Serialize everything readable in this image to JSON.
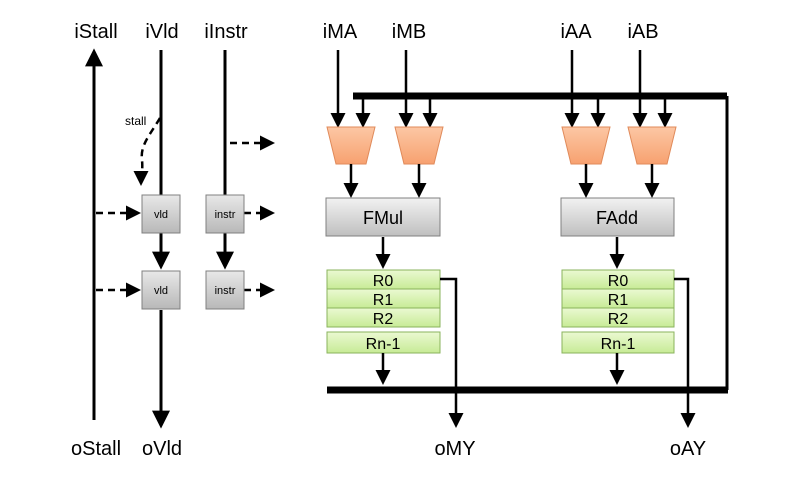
{
  "signals": {
    "istall": "iStall",
    "ivld": "iVld",
    "iinstr": "iInstr",
    "ima": "iMA",
    "imb": "iMB",
    "iaa": "iAA",
    "iab": "iAB",
    "ostall": "oStall",
    "ovld": "oVld",
    "omy": "oMY",
    "oay": "oAY"
  },
  "stall_label": "stall",
  "latches": {
    "vld_top": "vld",
    "vld_bottom": "vld",
    "instr_top": "instr",
    "instr_bottom": "instr"
  },
  "units": {
    "fmul": "FMul",
    "fadd": "FAdd"
  },
  "registers": {
    "mul": [
      "R0",
      "R1",
      "R2",
      "Rn-1"
    ],
    "add": [
      "R0",
      "R1",
      "R2",
      "Rn-1"
    ]
  },
  "colors": {
    "mux_fill": "#f9b38a",
    "register_fill": "#d9f2b4",
    "unit_fill": "#d6d6d6"
  }
}
